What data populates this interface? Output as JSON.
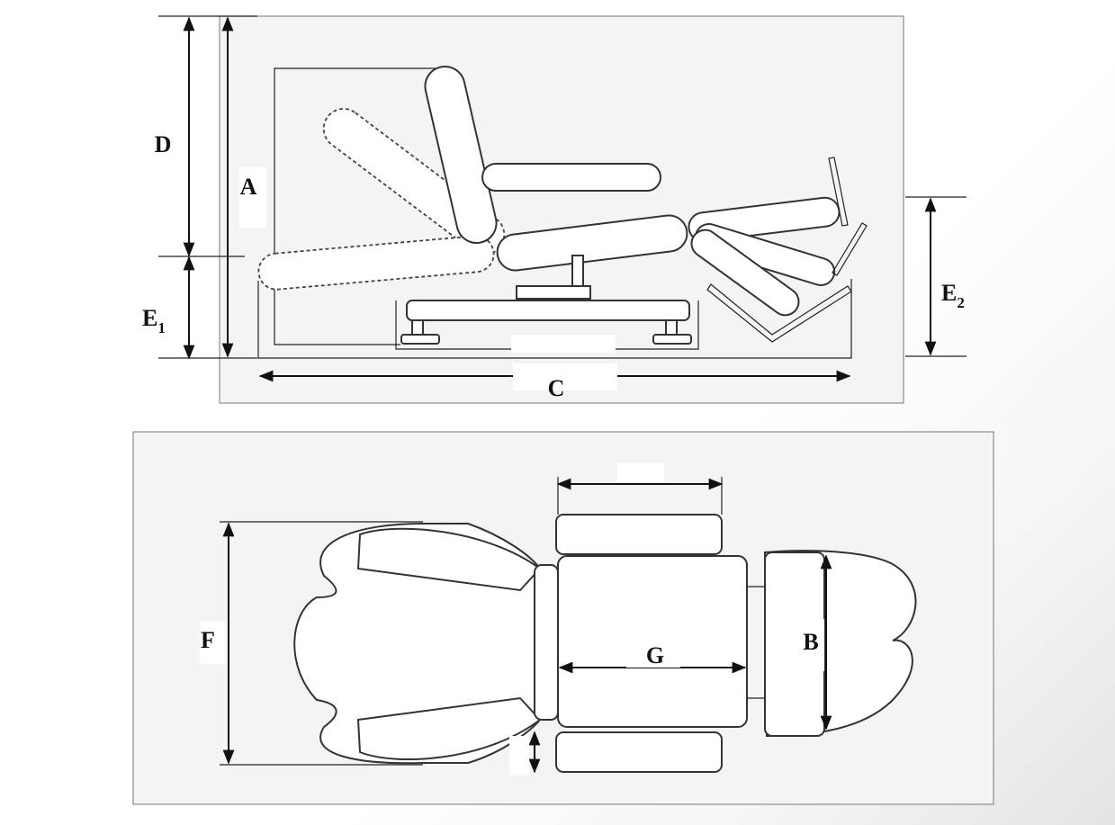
{
  "labels": {
    "A": "A",
    "B": "B",
    "C": "C",
    "D": "D",
    "E1_main": "E",
    "E1_sub": "1",
    "E2_main": "E",
    "E2_sub": "2",
    "F": "F",
    "G": "G"
  }
}
